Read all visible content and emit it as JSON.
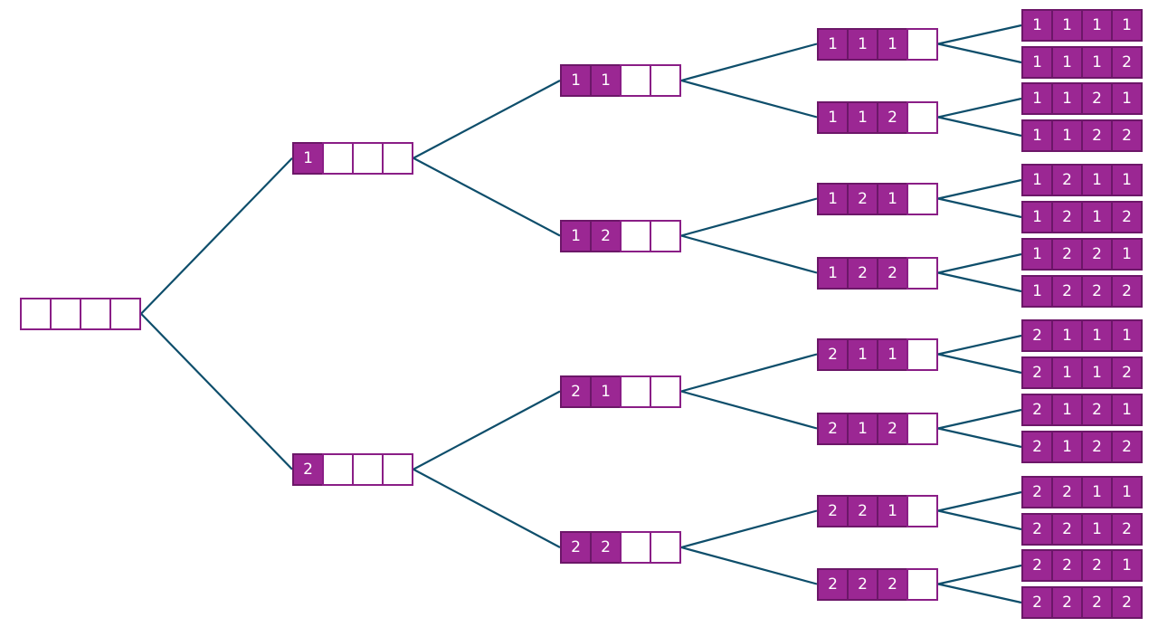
{
  "tree": {
    "slots": 4,
    "colors": {
      "filled": "#9b2793",
      "filled_border": "#6c1768",
      "empty_border": "#8a1e86",
      "edge": "#0e4e6b",
      "text": "#ffffff"
    },
    "nodes": [
      {
        "id": "root",
        "digits": []
      },
      {
        "id": "n1",
        "parent": "root",
        "digits": [
          "1"
        ]
      },
      {
        "id": "n2",
        "parent": "root",
        "digits": [
          "2"
        ]
      },
      {
        "id": "n11",
        "parent": "n1",
        "digits": [
          "1",
          "1"
        ]
      },
      {
        "id": "n12",
        "parent": "n1",
        "digits": [
          "1",
          "2"
        ]
      },
      {
        "id": "n21",
        "parent": "n2",
        "digits": [
          "2",
          "1"
        ]
      },
      {
        "id": "n22",
        "parent": "n2",
        "digits": [
          "2",
          "2"
        ]
      },
      {
        "id": "n111",
        "parent": "n11",
        "digits": [
          "1",
          "1",
          "1"
        ]
      },
      {
        "id": "n112",
        "parent": "n11",
        "digits": [
          "1",
          "1",
          "2"
        ]
      },
      {
        "id": "n121",
        "parent": "n12",
        "digits": [
          "1",
          "2",
          "1"
        ]
      },
      {
        "id": "n122",
        "parent": "n12",
        "digits": [
          "1",
          "2",
          "2"
        ]
      },
      {
        "id": "n211",
        "parent": "n21",
        "digits": [
          "2",
          "1",
          "1"
        ]
      },
      {
        "id": "n212",
        "parent": "n21",
        "digits": [
          "2",
          "1",
          "2"
        ]
      },
      {
        "id": "n221",
        "parent": "n22",
        "digits": [
          "2",
          "2",
          "1"
        ]
      },
      {
        "id": "n222",
        "parent": "n22",
        "digits": [
          "2",
          "2",
          "2"
        ]
      },
      {
        "id": "n1111",
        "parent": "n111",
        "digits": [
          "1",
          "1",
          "1",
          "1"
        ]
      },
      {
        "id": "n1112",
        "parent": "n111",
        "digits": [
          "1",
          "1",
          "1",
          "2"
        ]
      },
      {
        "id": "n1121",
        "parent": "n112",
        "digits": [
          "1",
          "1",
          "2",
          "1"
        ]
      },
      {
        "id": "n1122",
        "parent": "n112",
        "digits": [
          "1",
          "1",
          "2",
          "2"
        ]
      },
      {
        "id": "n1211",
        "parent": "n121",
        "digits": [
          "1",
          "2",
          "1",
          "1"
        ]
      },
      {
        "id": "n1212",
        "parent": "n121",
        "digits": [
          "1",
          "2",
          "1",
          "2"
        ]
      },
      {
        "id": "n1221",
        "parent": "n122",
        "digits": [
          "1",
          "2",
          "2",
          "1"
        ]
      },
      {
        "id": "n1222",
        "parent": "n122",
        "digits": [
          "1",
          "2",
          "2",
          "2"
        ]
      },
      {
        "id": "n2111",
        "parent": "n211",
        "digits": [
          "2",
          "1",
          "1",
          "1"
        ]
      },
      {
        "id": "n2112",
        "parent": "n211",
        "digits": [
          "2",
          "1",
          "1",
          "2"
        ]
      },
      {
        "id": "n2121",
        "parent": "n212",
        "digits": [
          "2",
          "1",
          "2",
          "1"
        ]
      },
      {
        "id": "n2122",
        "parent": "n212",
        "digits": [
          "2",
          "1",
          "2",
          "2"
        ]
      },
      {
        "id": "n2211",
        "parent": "n221",
        "digits": [
          "2",
          "2",
          "1",
          "1"
        ]
      },
      {
        "id": "n2212",
        "parent": "n221",
        "digits": [
          "2",
          "2",
          "1",
          "2"
        ]
      },
      {
        "id": "n2221",
        "parent": "n222",
        "digits": [
          "2",
          "2",
          "2",
          "1"
        ]
      },
      {
        "id": "n2222",
        "parent": "n222",
        "digits": [
          "2",
          "2",
          "2",
          "2"
        ]
      }
    ]
  }
}
